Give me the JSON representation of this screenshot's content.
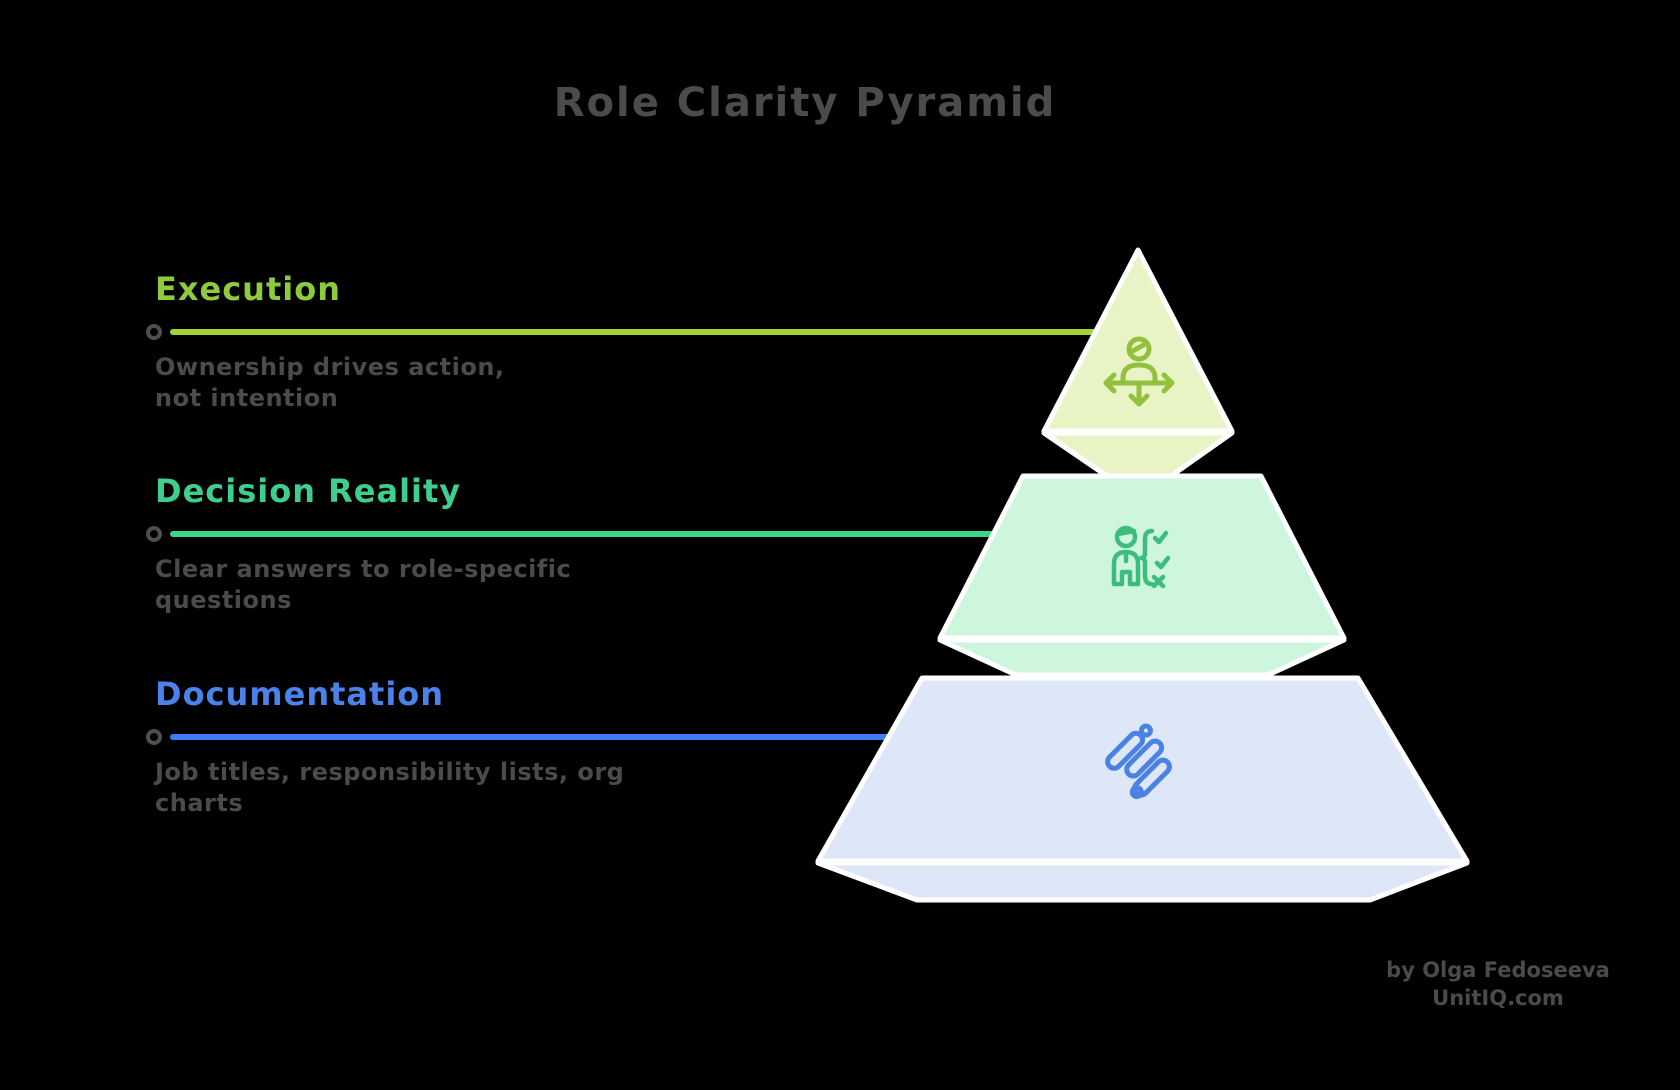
{
  "title": "Role Clarity Pyramid",
  "sections": [
    {
      "label": "Execution",
      "description": "Ownership drives action, not intention",
      "icon": "person-direction-arrows-icon",
      "tier": "top"
    },
    {
      "label": "Decision Reality",
      "description": "Clear answers to role-specific questions",
      "icon": "person-checklist-icon",
      "tier": "middle"
    },
    {
      "label": "Documentation",
      "description": "Job titles, responsibility lists, org charts",
      "icon": "document-lines-icon",
      "tier": "bottom"
    }
  ],
  "attribution": {
    "line1": "by Olga Fedoseeva",
    "line2": "UnitIQ.com"
  },
  "colors": {
    "background": "#000000",
    "ink_gray": "#4b4b4e",
    "execution_green": "#8fc93c",
    "execution_line": "#a0d239",
    "decision_teal": "#3ecf8e",
    "decision_line": "#3bd489",
    "documentation_blue": "#4a82ea",
    "documentation_line": "#3c7df5",
    "marker_ring": "#4f4f52",
    "tier_top_fill": "#e9f4c6",
    "tier_mid_fill": "#cdf6dd",
    "tier_bottom_fill": "#dde7f8",
    "tier_stroke": "#ffffff",
    "icon_top_green": "#94c13d",
    "icon_mid_green": "#3cbd7e",
    "icon_bottom_blue": "#4a82e4"
  }
}
